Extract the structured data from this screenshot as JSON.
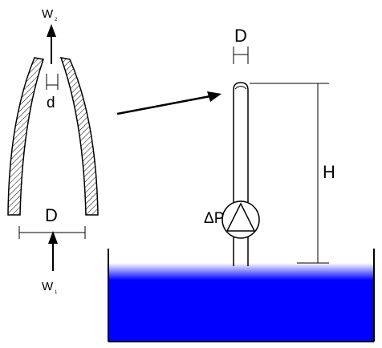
{
  "nozzle": {
    "outlet_flow": {
      "symbol": "W",
      "subscript": "2"
    },
    "inlet_flow": {
      "symbol": "W",
      "subscript": "1"
    },
    "outlet_diameter": "d",
    "inlet_diameter": "D"
  },
  "column": {
    "diameter": "D",
    "height": "H",
    "pump_pressure": "ΔP"
  },
  "colors": {
    "line": "#000000",
    "liquid_dark": "#0000FF",
    "liquid_light": "#FFFFFF"
  }
}
